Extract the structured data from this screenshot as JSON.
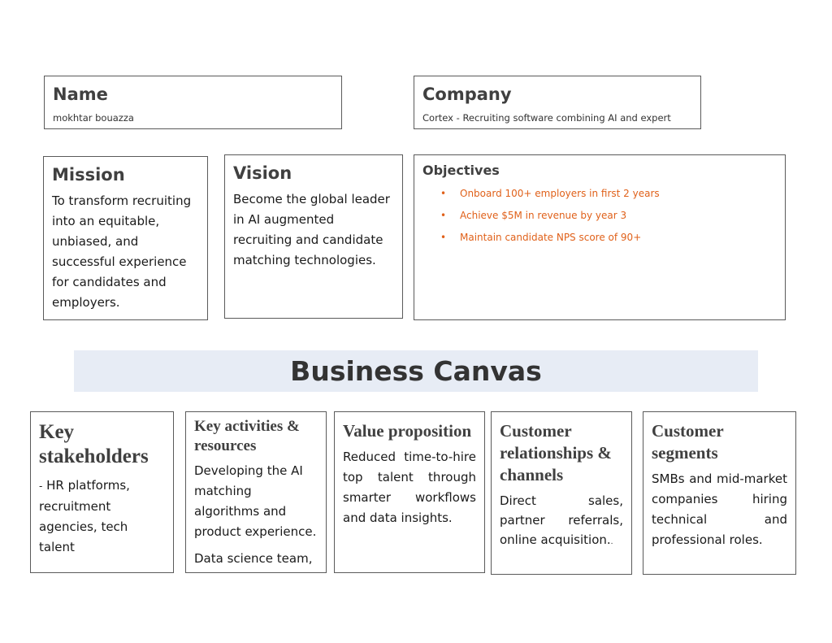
{
  "name": {
    "title": "Name",
    "value": "mokhtar bouazza"
  },
  "company": {
    "title": "Company",
    "value": "Cortex - Recruiting software combining AI and expert"
  },
  "mission": {
    "title": "Mission",
    "text": "To transform recruiting into an equitable, unbiased, and successful experience for candidates and employers."
  },
  "vision": {
    "title": "Vision",
    "text": "Become the global leader in AI augmented recruiting and candidate matching technologies."
  },
  "objectives": {
    "title": "Objectives",
    "bullet": "•",
    "bullet_color": "#e0611a",
    "items": [
      "Onboard 100+ employers in first 2 years",
      "Achieve $5M in revenue by year 3",
      "Maintain candidate NPS score of 90+"
    ]
  },
  "banner": {
    "title": "Business Canvas",
    "background": "#e7ecf5"
  },
  "canvas": {
    "stakeholders": {
      "title": "Key stakeholders",
      "dash": "-",
      "text": "HR platforms, recruitment agencies, tech talent"
    },
    "activities": {
      "title": "Key activities & resources",
      "text": "Developing the AI matching algorithms and product experience.",
      "text2": "Data science team,"
    },
    "value": {
      "title": "Value proposition",
      "text": "Reduced time-to-hire top talent through smarter workflows and data insights."
    },
    "relationships": {
      "title": "Customer relationships & channels",
      "text": "Direct sales, partner referrals, online acquisition.",
      "tail": "."
    },
    "segments": {
      "title": "Customer segments",
      "text": "SMBs and mid-market companies hiring technical and professional roles."
    }
  }
}
